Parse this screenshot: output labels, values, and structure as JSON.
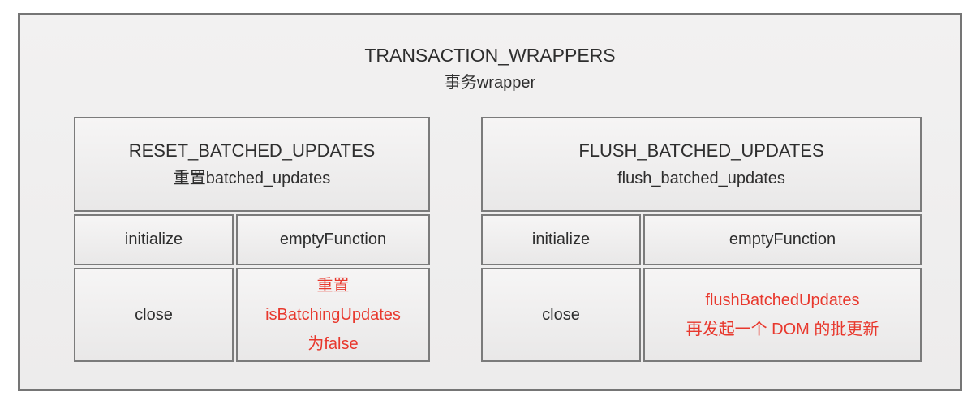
{
  "diagram": {
    "title": "TRANSACTION_WRAPPERS",
    "subtitle": "事务wrapper"
  },
  "colors": {
    "accent_red": "#e8382d",
    "cell_border": "#7b7b7b",
    "frame_border": "#757575",
    "text_dark": "#2e2e2e",
    "background": "#f0efef"
  },
  "wrappers": [
    {
      "name": "RESET_BATCHED_UPDATES",
      "subtitle": "重置batched_updates",
      "rows": [
        {
          "key": "initialize",
          "value": "emptyFunction"
        },
        {
          "key": "close",
          "value_lines": [
            "重置",
            "isBatchingUpdates",
            "为false"
          ]
        }
      ]
    },
    {
      "name": "FLUSH_BATCHED_UPDATES",
      "subtitle": "flush_batched_updates",
      "rows": [
        {
          "key": "initialize",
          "value": "emptyFunction"
        },
        {
          "key": "close",
          "value_lines": [
            "flushBatchedUpdates",
            "再发起一个 DOM 的批更新"
          ]
        }
      ]
    }
  ]
}
